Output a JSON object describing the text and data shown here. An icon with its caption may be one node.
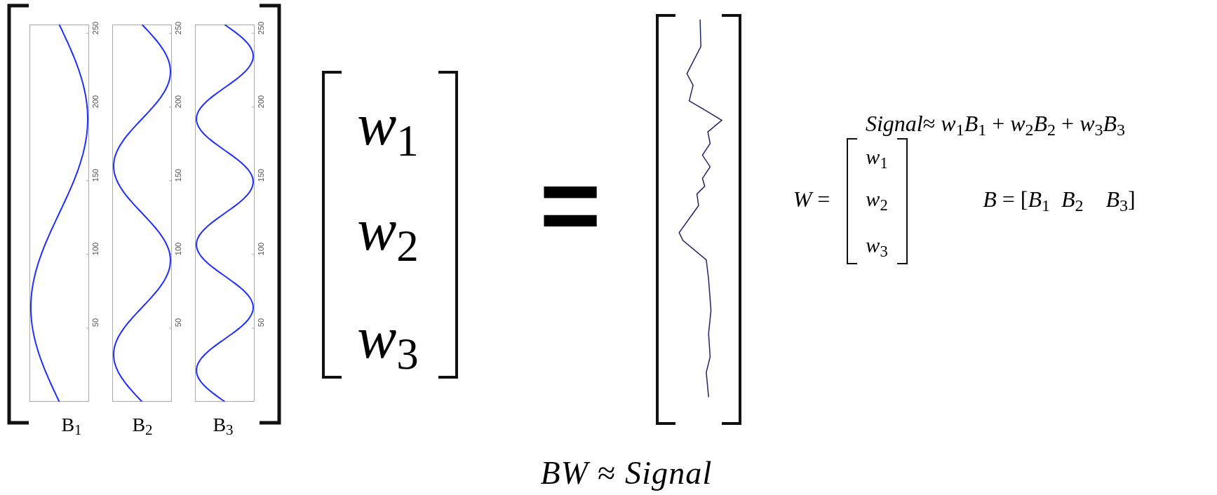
{
  "diagram": {
    "labels": [
      "250",
      "200",
      "150",
      "100",
      "50",
      "250",
      "200",
      "150",
      "100",
      "50",
      "250",
      "200",
      "150",
      "100",
      "50",
      "B$_{1}$",
      "B$_{2}$",
      "B$_{3}$",
      "*w*$_{1}$",
      "*w*$_{2}$",
      "*w*$_{3}$",
      "=",
      "*Signal*≈ *w*$_{1}$*B*$_{1}$ + *w*$_{2}$*B*$_{2}$ + *w*$_{3}$*B*$_{3}$",
      "*W* =",
      "*w*$_{1}$",
      "*w*$_{2}$",
      "*w*$_{3}$",
      "*B* = [*B*$_{1}$  *B*$_{2}$    *B*$_{3}$]",
      "*BW* ≈ *Signal*"
    ]
  }
}
